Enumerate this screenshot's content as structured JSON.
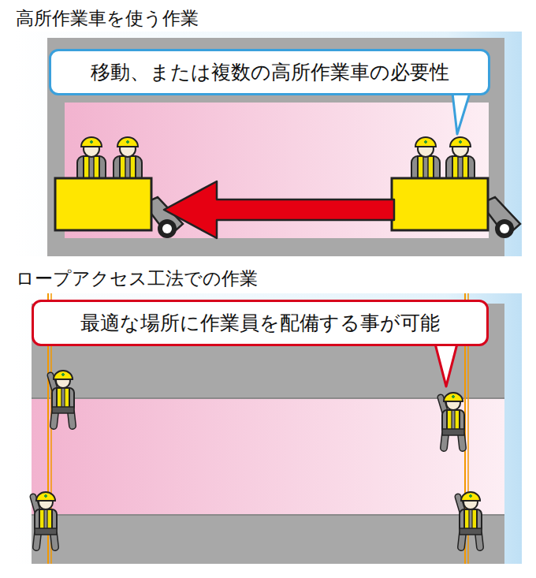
{
  "diagram": {
    "nodes": [
      {
        "text": [
          "移動、または複数の高所作業車の必要性"
        ]
      },
      {
        "text": [
          "最適な場所に作業員を配備する事が可能"
        ]
      }
    ],
    "labels": [
      "高所作業車を使う作業",
      "ロープアクセス工法での作業"
    ]
  }
}
